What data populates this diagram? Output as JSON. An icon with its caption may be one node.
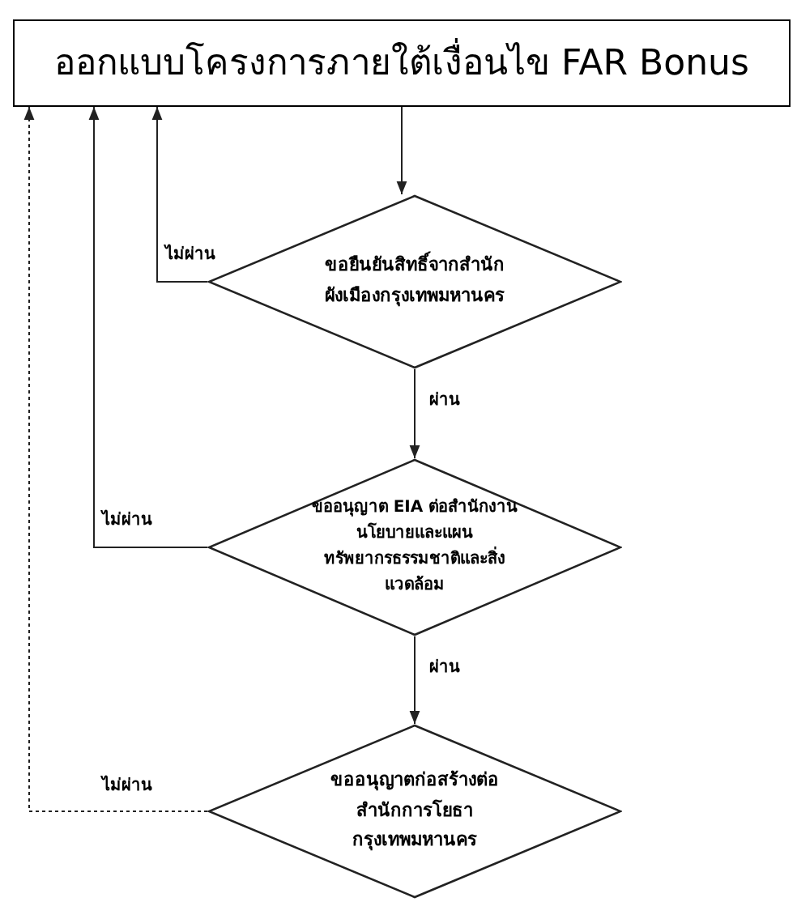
{
  "diagram": {
    "nodes": [
      {
        "text": [
          "ออกแบบโครงการภายใต้เงื่อนไข FAR Bonus"
        ]
      },
      {
        "text": [
          "ขอยืนยันสิทธิ์จากสำนักผังเมืองกรุงเทพมหานคร"
        ]
      },
      {
        "text": [
          "ขออนุญาต EIA ต่อสำนักงานนโยบายและแผนทรัพยากรธรรมชาติและสิ่งแวดล้อม"
        ]
      },
      {
        "text": [
          "ขออนุญาตก่อสร้างต่อสำนักการโยธากรุงเทพมหานคร"
        ]
      }
    ],
    "edges": [
      {
        "from": 0,
        "to": 1,
        "arrow": "to"
      },
      {
        "from": 1,
        "to": 2,
        "arrow": "to",
        "label": "ผ่าน"
      },
      {
        "from": 2,
        "to": 3,
        "arrow": "to",
        "label": "ผ่าน"
      },
      {
        "from": 1,
        "to": 0,
        "arrow": "to",
        "label": "ไม่ผ่าน"
      },
      {
        "from": 2,
        "to": 0,
        "arrow": "to",
        "label": "ไม่ผ่าน"
      },
      {
        "from": 3,
        "to": 0,
        "arrow": "to",
        "label": "ไม่ผ่าน",
        "style": "dashed"
      }
    ]
  }
}
